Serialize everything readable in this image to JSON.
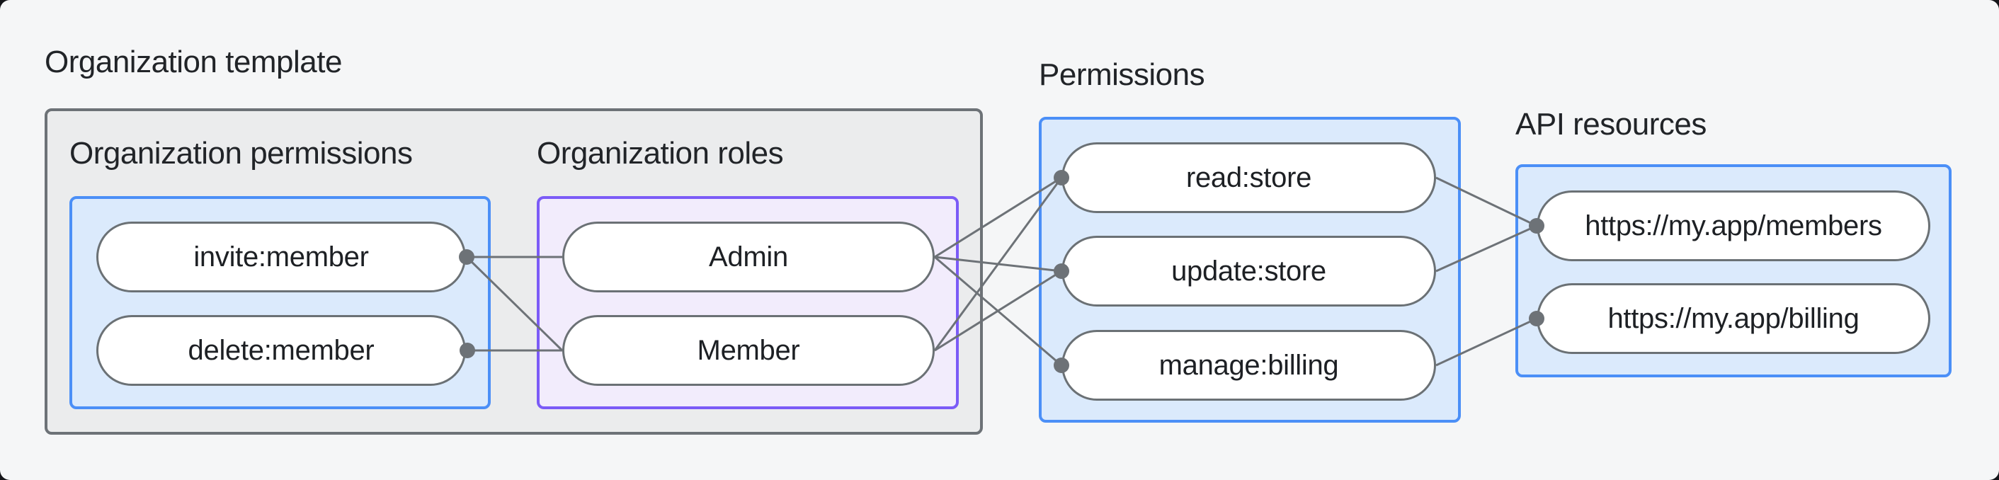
{
  "page": {
    "background": "#f5f6f7",
    "frame_background": "#141519"
  },
  "groups": {
    "organization_template": {
      "title": "Organization template"
    },
    "org_permissions": {
      "title": "Organization permissions",
      "items": [
        "invite:member",
        "delete:member"
      ]
    },
    "org_roles": {
      "title": "Organization roles",
      "items": [
        "Admin",
        "Member"
      ]
    },
    "permissions": {
      "title": "Permissions",
      "items": [
        "read:store",
        "update:store",
        "manage:billing"
      ]
    },
    "api_resources": {
      "title": "API resources",
      "items": [
        "https://my.app/members",
        "https://my.app/billing"
      ]
    }
  },
  "colors": {
    "gray_box_border": "#6d7277",
    "gray_box_fill": "#ebeced",
    "blue_box_border": "#4b8ff7",
    "blue_box_fill": "#dbeafc",
    "purple_box_border": "#7b5bf7",
    "purple_box_fill": "#f2ecfc",
    "pill_border": "#6b7175",
    "pill_fill": "#ffffff",
    "wire": "#6d7277",
    "text": "#212428"
  },
  "connections": [
    {
      "from": "invite:member",
      "to": "Admin"
    },
    {
      "from": "invite:member",
      "to": "Member"
    },
    {
      "from": "delete:member",
      "to": "Member"
    },
    {
      "from": "Admin",
      "to": "read:store"
    },
    {
      "from": "Admin",
      "to": "update:store"
    },
    {
      "from": "Admin",
      "to": "manage:billing"
    },
    {
      "from": "Member",
      "to": "read:store"
    },
    {
      "from": "Member",
      "to": "update:store"
    },
    {
      "from": "read:store",
      "to": "https://my.app/members"
    },
    {
      "from": "update:store",
      "to": "https://my.app/members"
    },
    {
      "from": "manage:billing",
      "to": "https://my.app/billing"
    }
  ]
}
